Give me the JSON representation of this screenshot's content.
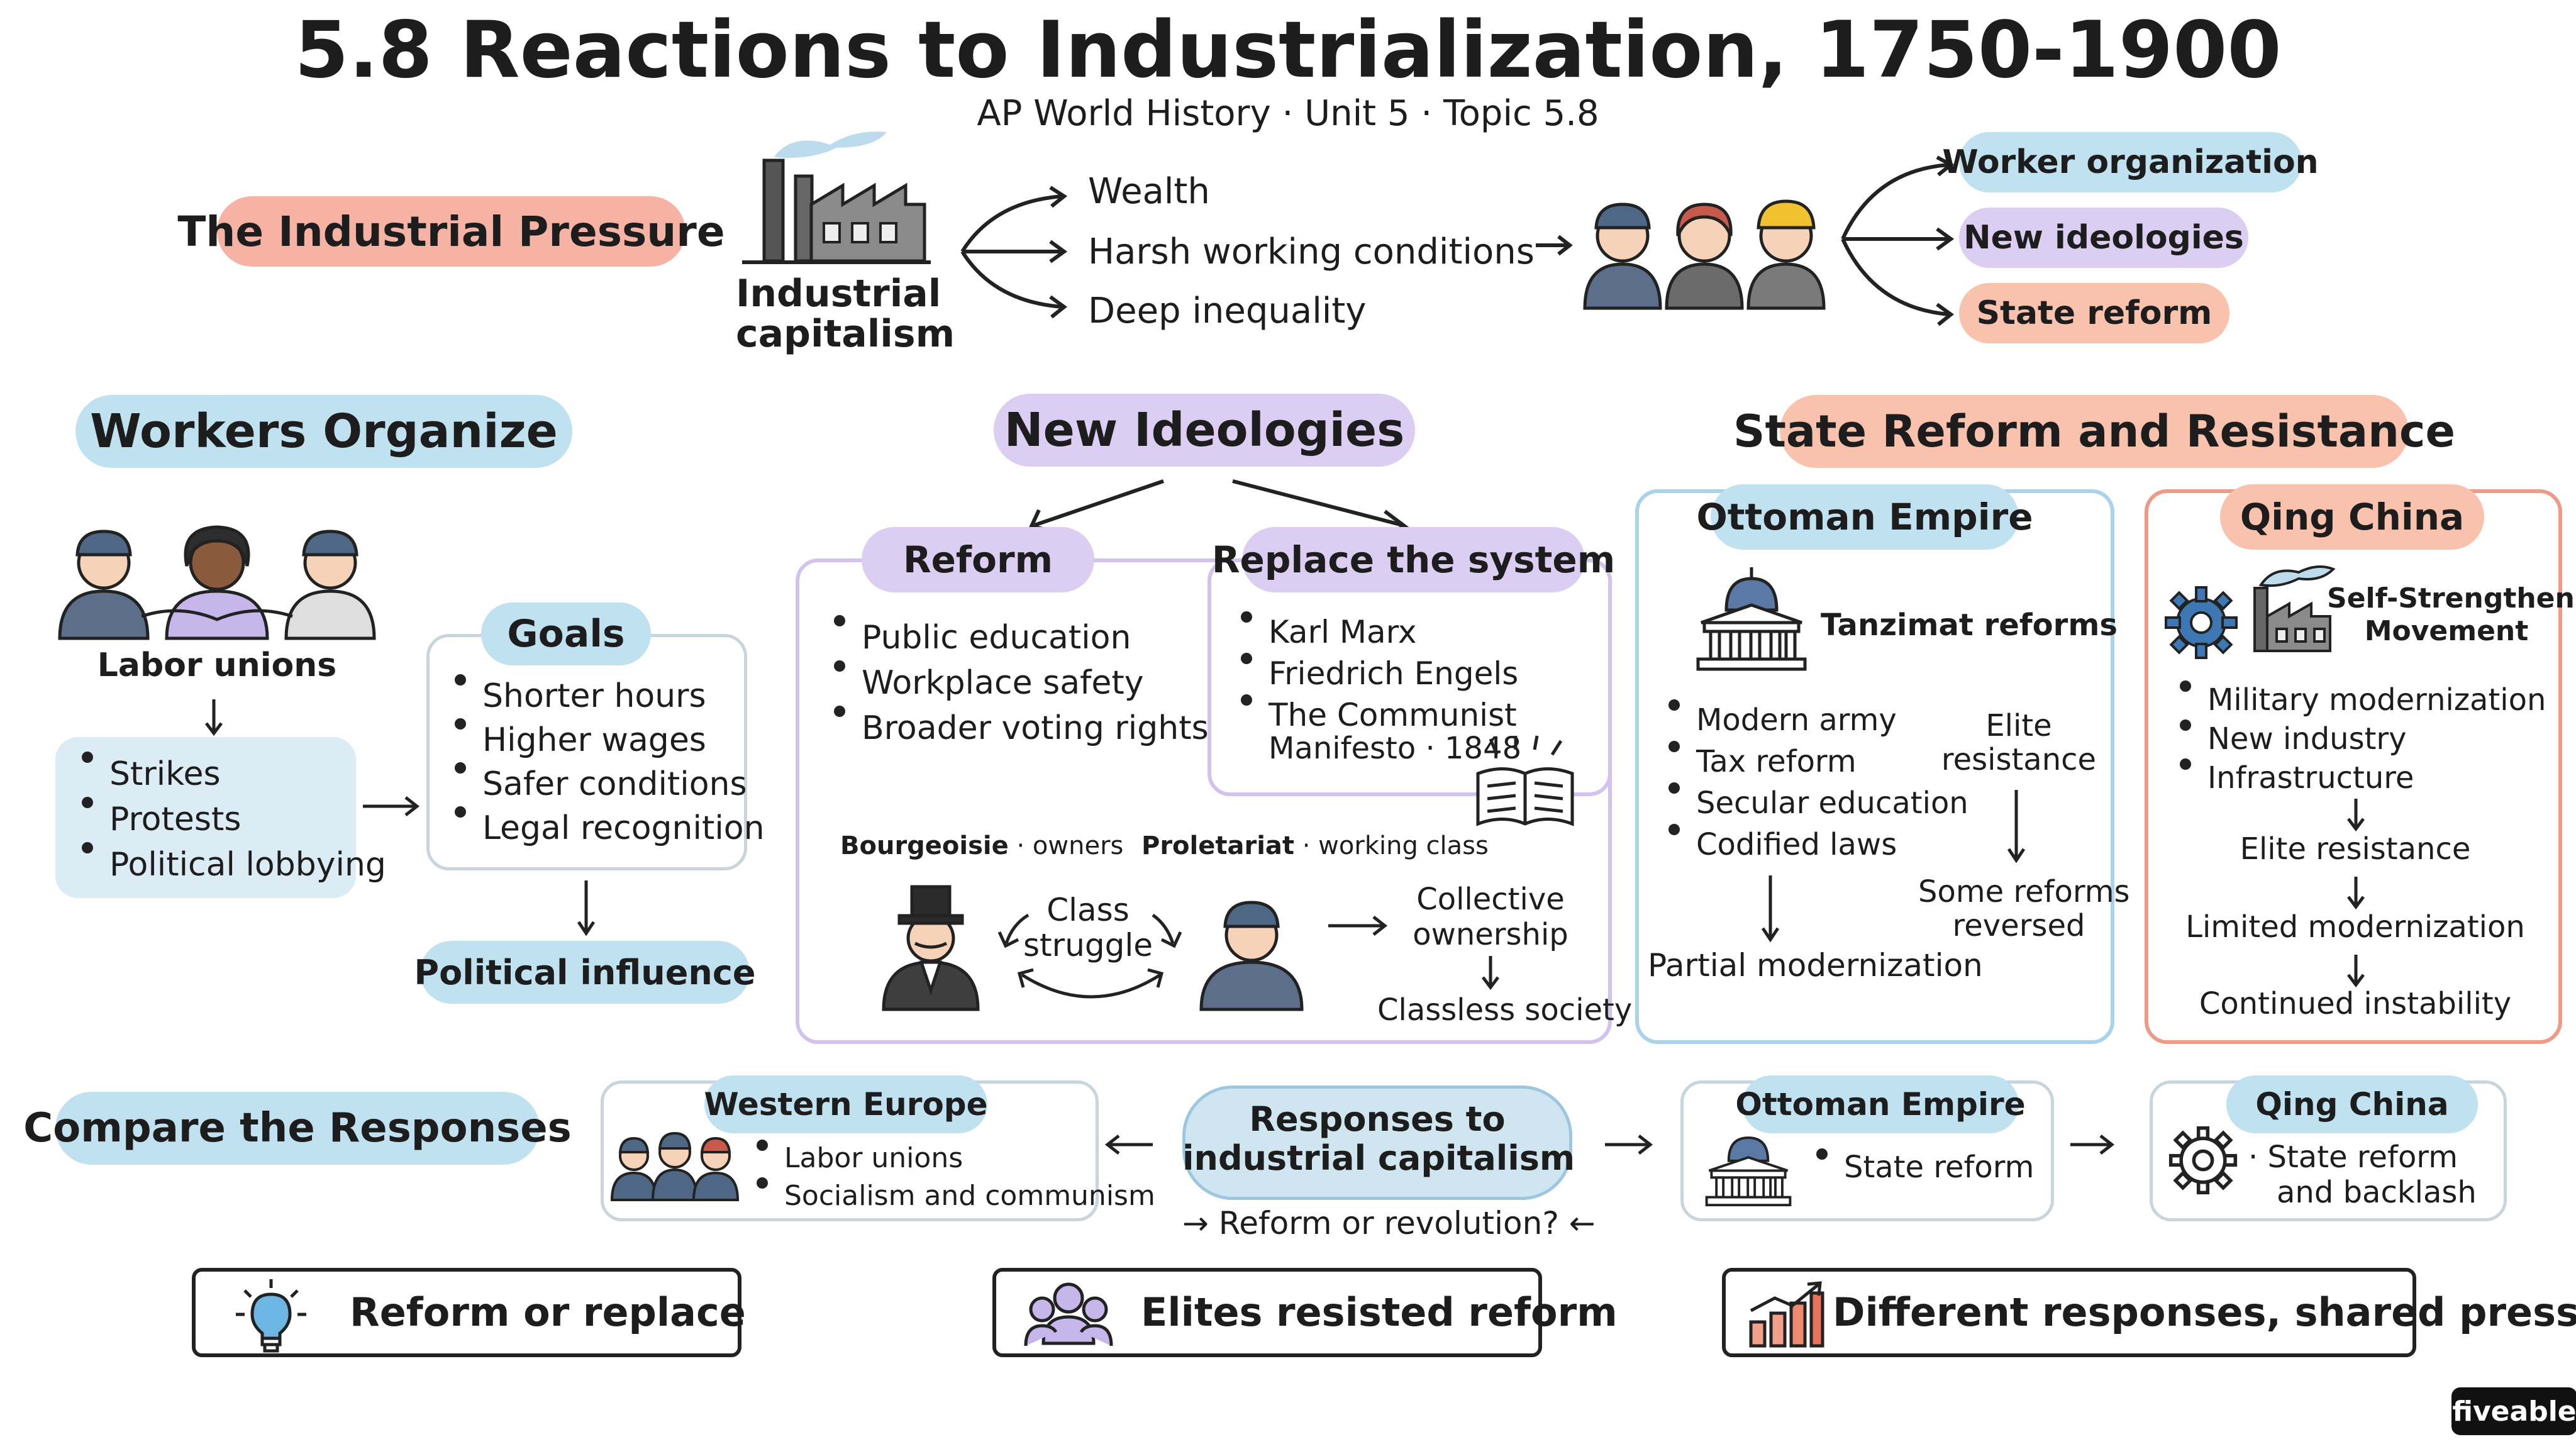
{
  "header": {
    "title": "5.8 Reactions to Industrialization, 1750-1900",
    "subtitle": "AP World History · Unit 5 · Topic 5.8"
  },
  "pressure": {
    "label": "The Industrial Pressure",
    "factory_label_line1": "Industrial",
    "factory_label_line2": "capitalism",
    "effects": [
      "Wealth",
      "Harsh working conditions",
      "Deep inequality"
    ],
    "responses": [
      "Worker organization",
      "New ideologies",
      "State reform"
    ]
  },
  "workers": {
    "heading": "Workers Organize",
    "unions_label": "Labor unions",
    "methods": [
      "Strikes",
      "Protests",
      "Political lobbying"
    ],
    "goals_title": "Goals",
    "goals": [
      "Shorter hours",
      "Higher wages",
      "Safer conditions",
      "Legal recognition"
    ],
    "outcome": "Political influence"
  },
  "ideologies": {
    "heading": "New Ideologies",
    "reform_title": "Reform",
    "reform_items": [
      "Public education",
      "Workplace safety",
      "Broader voting rights"
    ],
    "replace_title": "Replace the system",
    "replace_items": [
      "Karl Marx",
      "Friedrich Engels",
      "The Communist"
    ],
    "manifesto_line": "Manifesto · 1848",
    "bourgeoisie": "Bourgeoisie",
    "bourgeoisie_sub": "· owners",
    "proletariat": "Proletariat",
    "proletariat_sub": "· working class",
    "struggle_line1": "Class",
    "struggle_line2": "struggle",
    "ownership_line1": "Collective",
    "ownership_line2": "ownership",
    "classless": "Classless society"
  },
  "state": {
    "heading": "State Reform and Resistance",
    "ottoman_title": "Ottoman Empire",
    "tanzimat": "Tanzimat reforms",
    "ottoman_items": [
      "Modern army",
      "Tax reform",
      "Secular education",
      "Codified laws"
    ],
    "elite_line1": "Elite",
    "elite_line2": "resistance",
    "reversed_line1": "Some reforms",
    "reversed_line2": "reversed",
    "partial": "Partial modernization",
    "qing_title": "Qing China",
    "ssm_line1": "Self-Strengthening",
    "ssm_line2": "Movement",
    "qing_items": [
      "Military modernization",
      "New industry",
      "Infrastructure"
    ],
    "qing_steps": [
      "Elite resistance",
      "Limited modernization",
      "Continued instability"
    ]
  },
  "compare": {
    "heading": "Compare the Responses",
    "center_line1": "Responses to",
    "center_line2": "industrial capitalism",
    "center_sub": "Reform or revolution?",
    "west_title": "Western Europe",
    "west_items": [
      "Labor unions",
      "Socialism and communism"
    ],
    "ottoman_title": "Ottoman Empire",
    "ottoman_item": "State reform",
    "qing_title": "Qing China",
    "qing_line1": "State reform",
    "qing_line2": "and backlash"
  },
  "footer": {
    "cards": [
      "Reform or replace",
      "Elites resisted reform",
      "Different responses, shared pressure"
    ],
    "brand": "fiveable"
  },
  "colors": {
    "red_highlight": "#f6b3a3",
    "blue_highlight": "#bfe1f0",
    "purple_highlight": "#dccdf3",
    "peach_highlight": "#f9c2ad",
    "qing_border": "#ec9c86",
    "ottoman_border": "#a9d3ea",
    "ideology_border": "#d2c2ee"
  }
}
